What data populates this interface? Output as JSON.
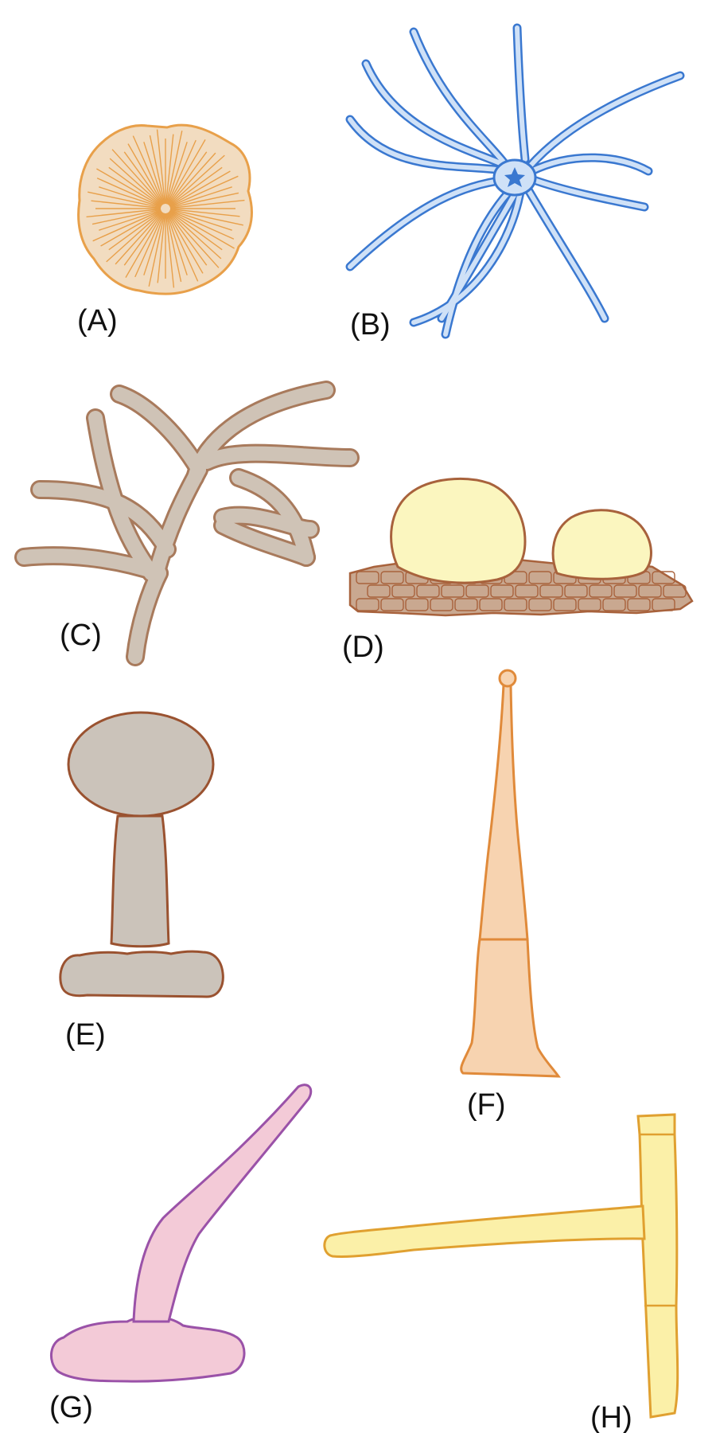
{
  "figure": {
    "panels": [
      {
        "id": "A",
        "label": "(A)",
        "color": "#e8a04a",
        "fill": "#f2dcc0"
      },
      {
        "id": "B",
        "label": "(B)",
        "color": "#3a78d0",
        "fill": "#cfe1f7"
      },
      {
        "id": "C",
        "label": "(C)",
        "color": "#a87a5c",
        "fill": "#cfc3b6"
      },
      {
        "id": "D",
        "label": "(D)",
        "color": "#a8623c",
        "fill": "#fbf6bf"
      },
      {
        "id": "E",
        "label": "(E)",
        "color": "#9a5230",
        "fill": "#cbc3ba"
      },
      {
        "id": "F",
        "label": "(F)",
        "color": "#e08a3a",
        "fill": "#f7d3b0"
      },
      {
        "id": "G",
        "label": "(G)",
        "color": "#9a52a8",
        "fill": "#f3cad7"
      },
      {
        "id": "H",
        "label": "(H)",
        "color": "#e0a030",
        "fill": "#fbf0a8"
      }
    ]
  }
}
